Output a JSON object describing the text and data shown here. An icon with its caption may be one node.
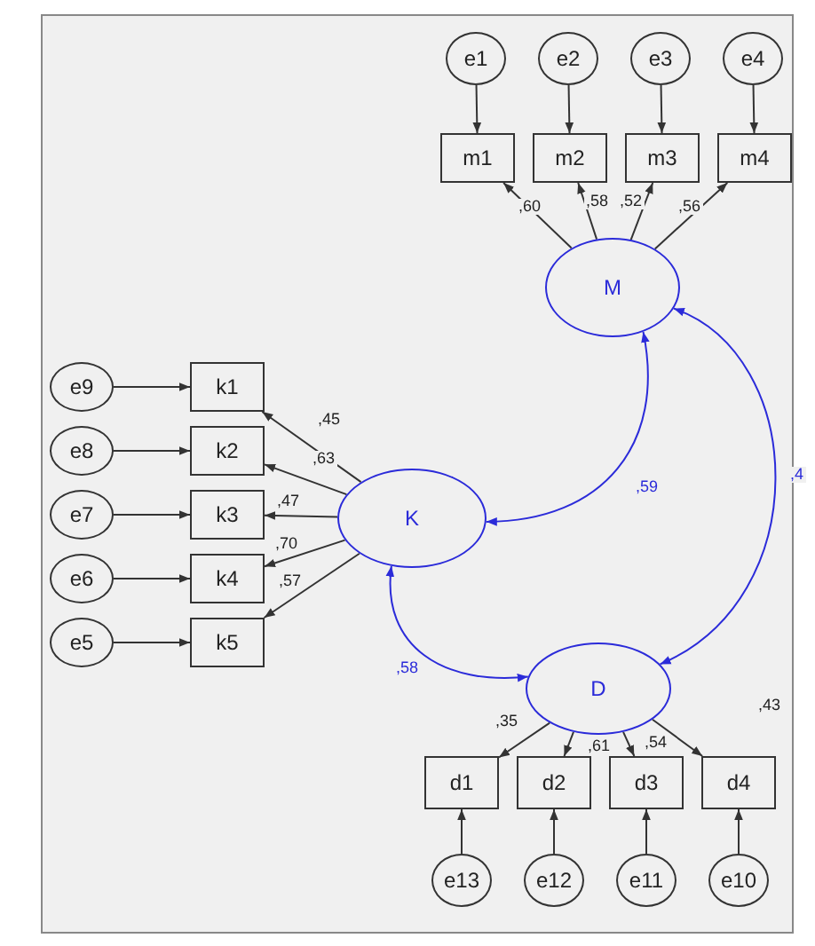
{
  "diagram": {
    "nodes": [
      {
        "text": [
          "e1"
        ]
      },
      {
        "text": [
          "e2"
        ]
      },
      {
        "text": [
          "e3"
        ]
      },
      {
        "text": [
          "e4"
        ]
      },
      {
        "text": [
          "m1"
        ]
      },
      {
        "text": [
          "m2"
        ]
      },
      {
        "text": [
          "m3"
        ]
      },
      {
        "text": [
          "m4"
        ]
      },
      {
        "text": [
          "M"
        ]
      },
      {
        "text": [
          "k1"
        ]
      },
      {
        "text": [
          "k2"
        ]
      },
      {
        "text": [
          "k3"
        ]
      },
      {
        "text": [
          "k4"
        ]
      },
      {
        "text": [
          "k5"
        ]
      },
      {
        "text": [
          "e9"
        ]
      },
      {
        "text": [
          "e8"
        ]
      },
      {
        "text": [
          "e7"
        ]
      },
      {
        "text": [
          "e6"
        ]
      },
      {
        "text": [
          "e5"
        ]
      },
      {
        "text": [
          "K"
        ]
      },
      {
        "text": [
          "D"
        ]
      },
      {
        "text": [
          "d1"
        ]
      },
      {
        "text": [
          "d2"
        ]
      },
      {
        "text": [
          "d3"
        ]
      },
      {
        "text": [
          "d4"
        ]
      },
      {
        "text": [
          "e13"
        ]
      },
      {
        "text": [
          "e12"
        ]
      },
      {
        "text": [
          "e11"
        ]
      },
      {
        "text": [
          "e10"
        ]
      }
    ],
    "edges": [
      {
        "from": 0,
        "to": 4,
        "arrow": "to"
      },
      {
        "from": 1,
        "to": 5,
        "arrow": "to"
      },
      {
        "from": 2,
        "to": 6,
        "arrow": "to"
      },
      {
        "from": 3,
        "to": 7,
        "arrow": "to"
      },
      {
        "from": 8,
        "to": 4,
        "arrow": "to",
        "label": ",60"
      },
      {
        "from": 8,
        "to": 5,
        "arrow": "to",
        "label": ",58"
      },
      {
        "from": 8,
        "to": 6,
        "arrow": "to",
        "label": ",52"
      },
      {
        "from": 8,
        "to": 7,
        "arrow": "to",
        "label": ",56"
      },
      {
        "from": 14,
        "to": 9,
        "arrow": "to"
      },
      {
        "from": 15,
        "to": 10,
        "arrow": "to"
      },
      {
        "from": 16,
        "to": 11,
        "arrow": "to"
      },
      {
        "from": 17,
        "to": 12,
        "arrow": "to"
      },
      {
        "from": 18,
        "to": 13,
        "arrow": "to"
      },
      {
        "from": 19,
        "to": 9,
        "arrow": "to",
        "label": ",45"
      },
      {
        "from": 19,
        "to": 10,
        "arrow": "to",
        "label": ",63"
      },
      {
        "from": 19,
        "to": 11,
        "arrow": "to",
        "label": ",47"
      },
      {
        "from": 19,
        "to": 12,
        "arrow": "to",
        "label": ",70"
      },
      {
        "from": 19,
        "to": 13,
        "arrow": "to",
        "label": ",57"
      },
      {
        "from": 8,
        "to": 19,
        "arrow": "both",
        "label": ",59",
        "color": "#2b2bd9"
      },
      {
        "from": 19,
        "to": 20,
        "arrow": "both",
        "label": ",58",
        "color": "#2b2bd9"
      },
      {
        "from": 8,
        "to": 20,
        "arrow": "both",
        "label": ",4",
        "color": "#2b2bd9"
      },
      {
        "from": 20,
        "to": 21,
        "arrow": "to",
        "label": ",35"
      },
      {
        "from": 20,
        "to": 22,
        "arrow": "to",
        "label": ",61"
      },
      {
        "from": 20,
        "to": 23,
        "arrow": "to",
        "label": ",54"
      },
      {
        "from": 20,
        "to": 24,
        "arrow": "to",
        "label": ",43"
      },
      {
        "from": 25,
        "to": 21,
        "arrow": "to"
      },
      {
        "from": 26,
        "to": 22,
        "arrow": "to"
      },
      {
        "from": 27,
        "to": 23,
        "arrow": "to"
      },
      {
        "from": 28,
        "to": 24,
        "arrow": "to"
      }
    ]
  }
}
